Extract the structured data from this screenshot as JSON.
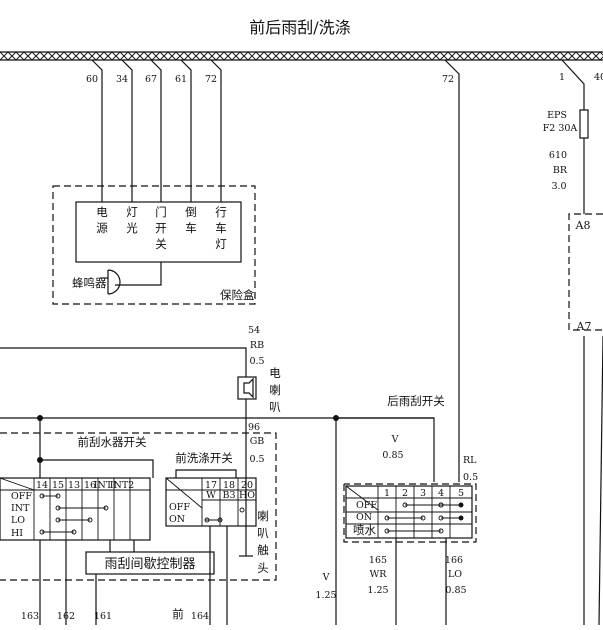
{
  "title": "前后雨刮/洗涤",
  "bus_wires": {
    "fusebox_wires": [
      "60",
      "34",
      "67",
      "61",
      "72"
    ],
    "right_wire": "72",
    "far_right": [
      "1",
      "40"
    ]
  },
  "fuse": {
    "name": "EPS",
    "rating": "F2  30A",
    "wire_num": "610",
    "wire_color": "BR",
    "wire_size": "3.0"
  },
  "connectors": {
    "a8": "A8",
    "a7": "A7"
  },
  "fusebox": {
    "label": "保险盒",
    "columns": [
      [
        "电",
        "源"
      ],
      [
        "灯",
        "光"
      ],
      [
        "门",
        "开",
        "关"
      ],
      [
        "倒",
        "车"
      ],
      [
        "行",
        "车",
        "灯"
      ]
    ],
    "buzzer": "蜂鸣器"
  },
  "horn": {
    "wire_top_num": "54",
    "wire_top_color": "RB",
    "wire_top_size": "0.5",
    "label": [
      "电",
      "喇",
      "叭"
    ],
    "wire_bottom_num": "96",
    "wire_bottom_color": "GB",
    "wire_bottom_size": "0.5"
  },
  "front_wiper_switch": {
    "label": "前刮水器开关",
    "pins": [
      "14",
      "15",
      "13",
      "16",
      "INT1",
      "INT2"
    ],
    "positions": [
      "OFF",
      "INT",
      "LO",
      "HI"
    ],
    "controller": "雨刮间歇控制器",
    "wires": [
      "163",
      "162",
      "161"
    ]
  },
  "front_washer_switch": {
    "label": "前洗涤开关",
    "pins": [
      "17",
      "18",
      "20"
    ],
    "pin_codes": [
      "W",
      "B3",
      "HO"
    ],
    "positions": [
      "OFF",
      "ON"
    ],
    "horn_contact": [
      "喇",
      "叭",
      "触",
      "头"
    ],
    "wire_num": "164",
    "prefix": "前"
  },
  "rear_wiper_switch": {
    "label": "后雨刮开关",
    "pins": [
      "1",
      "2",
      "3",
      "4",
      "5"
    ],
    "positions": [
      "OFF",
      "ON",
      "喷水"
    ],
    "v_wire_color": "V",
    "v_wire_size": "0.85",
    "rl_wire_color": "RL",
    "rl_wire_size": "0.5",
    "wire165_num": "165",
    "wire165_color": "WR",
    "wire165_size": "1.25",
    "wire166_num": "166",
    "wire166_color": "LO",
    "wire166_size": "0.85",
    "v_left_color": "V",
    "v_left_size": "1.25"
  }
}
